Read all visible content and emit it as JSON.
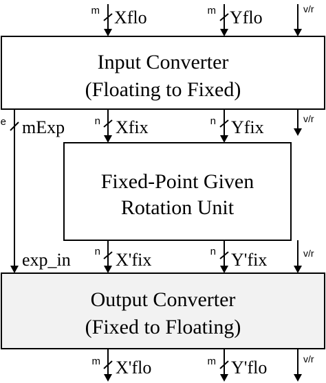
{
  "blocks": {
    "input_converter": {
      "line1": "Input Converter",
      "line2": "(Floating to Fixed)"
    },
    "rotation_unit": {
      "line1": "Fixed-Point Given",
      "line2": "Rotation Unit"
    },
    "output_converter": {
      "line1": "Output Converter",
      "line2": "(Fixed to Floating)"
    }
  },
  "signals": {
    "top": {
      "x": {
        "name": "Xflo",
        "width": "m"
      },
      "y": {
        "name": "Yflo",
        "width": "m"
      },
      "vr": "v/r"
    },
    "mid1": {
      "exp": {
        "name": "mExp",
        "width": "e"
      },
      "x": {
        "name": "Xfix",
        "width": "n"
      },
      "y": {
        "name": "Yfix",
        "width": "n"
      },
      "vr": "v/r"
    },
    "mid2": {
      "exp": {
        "name": "exp_in"
      },
      "x": {
        "name": "X'fix",
        "width": "n"
      },
      "y": {
        "name": "Y'fix",
        "width": "n"
      },
      "vr": "v/r"
    },
    "bottom": {
      "x": {
        "name": "X'flo",
        "width": "m"
      },
      "y": {
        "name": "Y'flo",
        "width": "m"
      },
      "vr": "v/r"
    }
  }
}
